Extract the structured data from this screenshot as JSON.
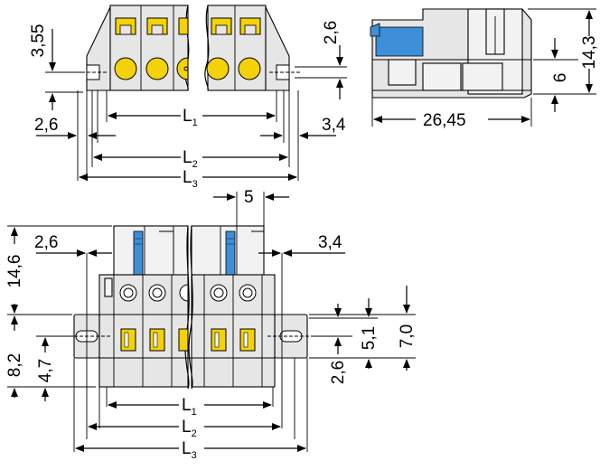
{
  "colors": {
    "housing": "#e6e6e6",
    "housing_light": "#f2f2f2",
    "contact": "#f4d20a",
    "lever": "#3d8fd6",
    "line": "#000000"
  },
  "top_view": {
    "dim_height_left": "3,55",
    "dim_offset_left": "2,6",
    "dim_offset_right": "3,4",
    "dim_height_right": "2,6",
    "l1": "L",
    "l1_sub": "1",
    "l2": "L",
    "l2_sub": "2",
    "l3": "L",
    "l3_sub": "3"
  },
  "side_view": {
    "dim_depth": "26,45",
    "dim_height": "14,3",
    "dim_lower": "6"
  },
  "front_view": {
    "dim_pitch": "5",
    "dim_offset_left": "2,6",
    "dim_offset_right": "3,4",
    "dim_total_height": "14,6",
    "dim_flange_height": "8,2",
    "dim_hole_height": "4,7",
    "dim_right_a": "5,1",
    "dim_right_b": "7,0",
    "dim_right_c": "2,6",
    "l1": "L",
    "l1_sub": "1",
    "l2": "L",
    "l2_sub": "2",
    "l3": "L",
    "l3_sub": "3"
  }
}
